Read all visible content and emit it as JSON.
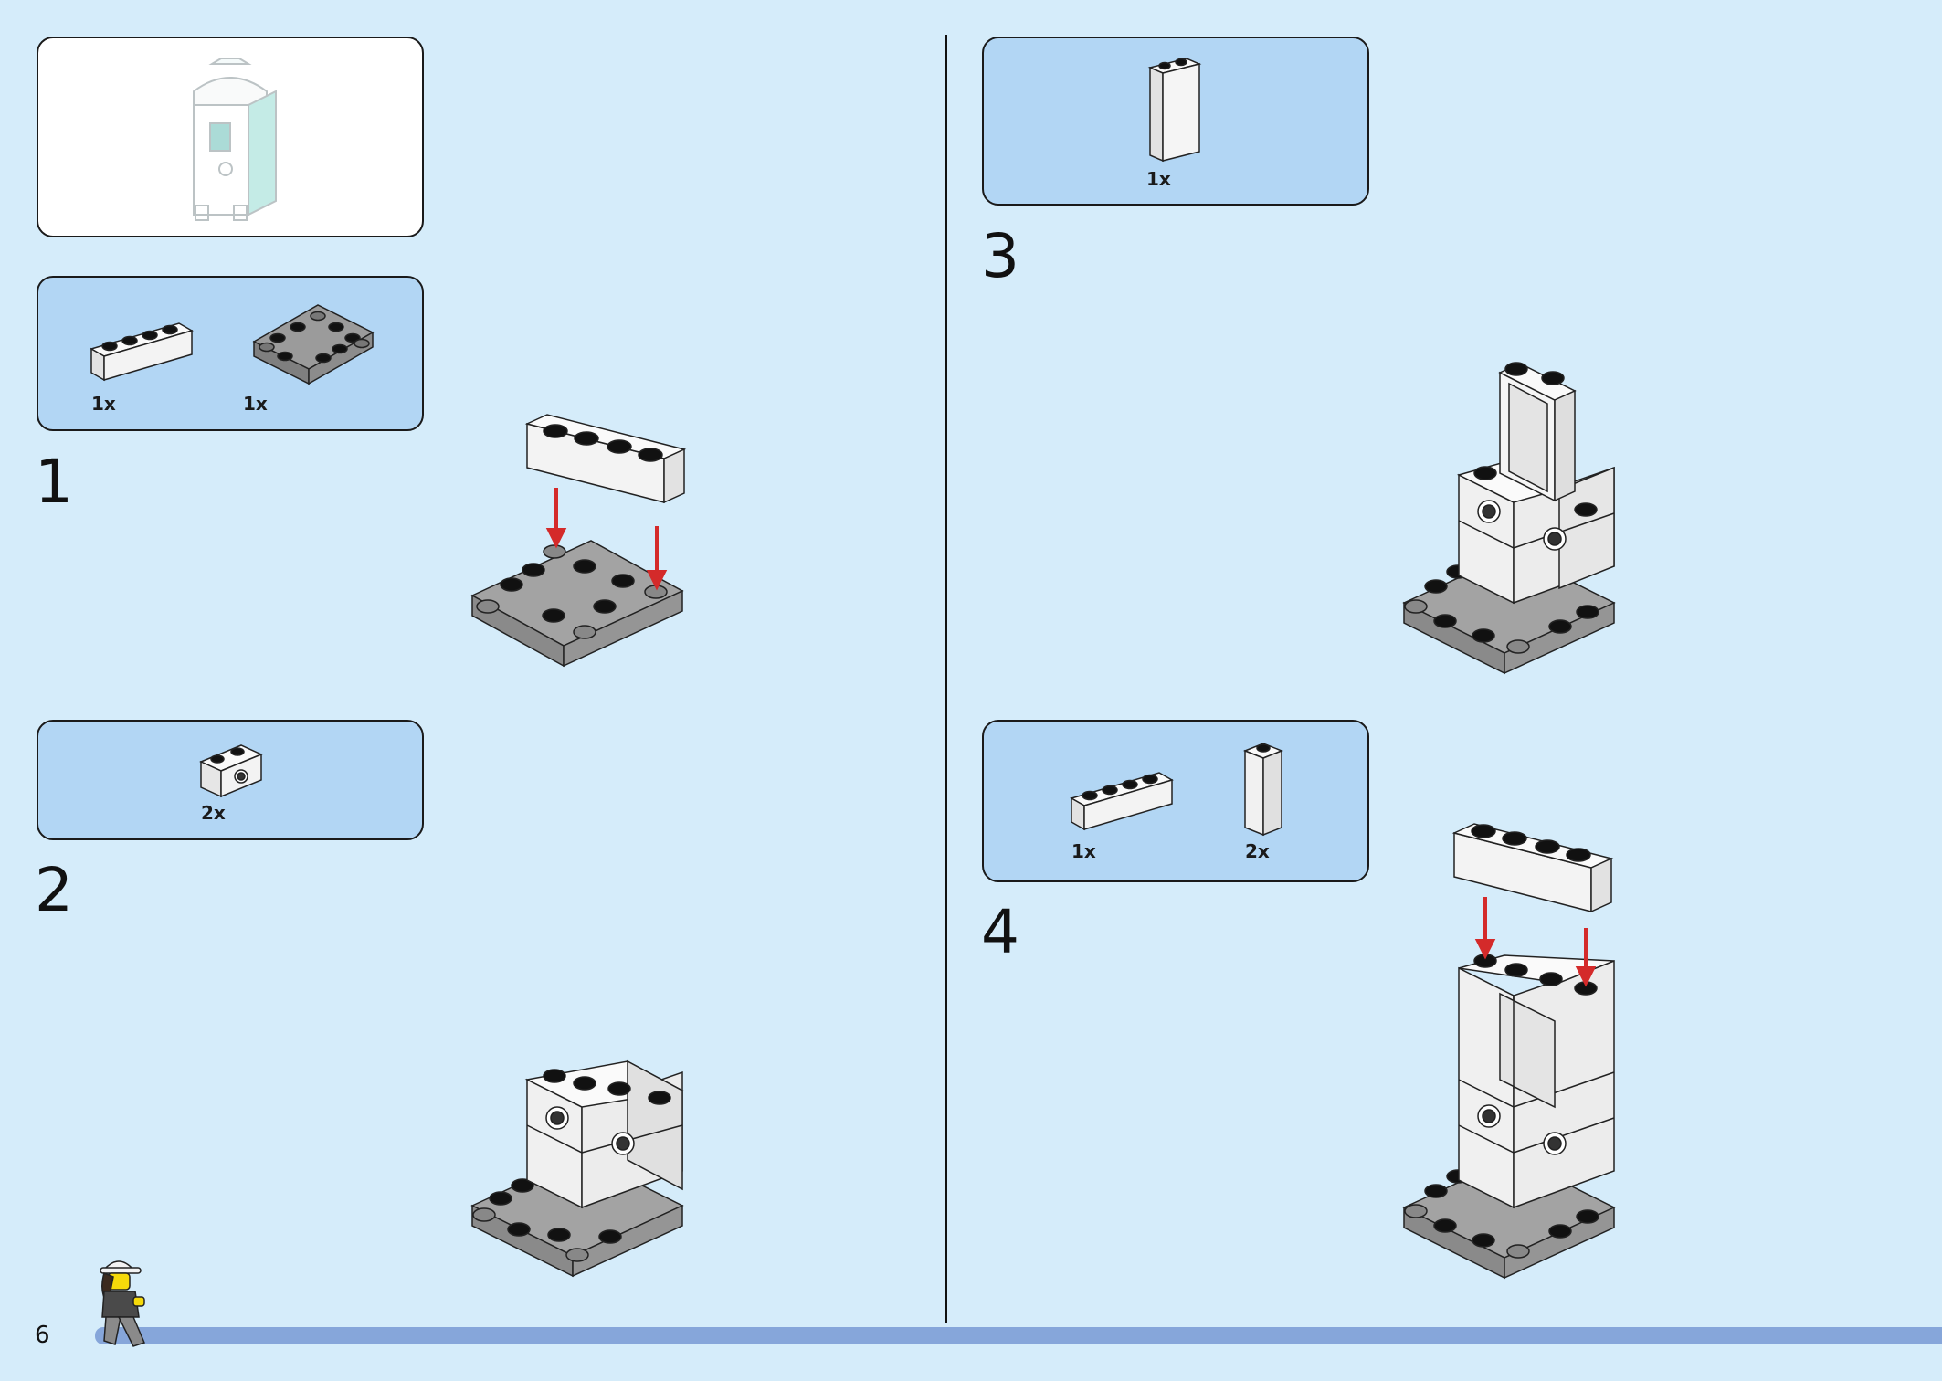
{
  "page_number": "6",
  "steps": [
    {
      "number": "1",
      "parts": [
        {
          "qty": "1x",
          "part": "white-brick-1x4"
        },
        {
          "qty": "1x",
          "part": "gray-plate-4x4-round-corner"
        }
      ]
    },
    {
      "number": "2",
      "parts": [
        {
          "qty": "2x",
          "part": "white-brick-1x2-with-hole"
        }
      ]
    },
    {
      "number": "3",
      "parts": [
        {
          "qty": "1x",
          "part": "white-panel-1x2x3"
        }
      ]
    },
    {
      "number": "4",
      "parts": [
        {
          "qty": "1x",
          "part": "white-brick-1x4"
        },
        {
          "qty": "2x",
          "part": "white-brick-1x1x3"
        }
      ]
    }
  ],
  "colors": {
    "background": "#d5ecfa",
    "parts_box": "#b2d6f4",
    "arrow": "#d42a2a",
    "plate": "#a3a3a3",
    "bar": "#86a6da"
  }
}
